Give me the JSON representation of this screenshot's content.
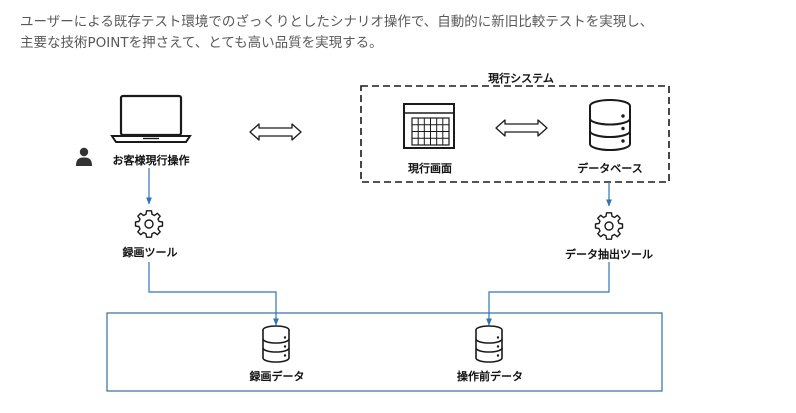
{
  "intro": {
    "line1": "ユーザーによる既存テスト環境でのざっくりとしたシナリオ操作で、自動的に新旧比較テストを実現し、",
    "line2": "主要な技術POINTを押さえて、とても高い品質を実現する。"
  },
  "system_group": {
    "title": "現行システム",
    "screen_label": "現行画面",
    "database_label": "データベース"
  },
  "nodes": {
    "customer_label": "お客様現行操作",
    "recording_tool_label": "録画ツール",
    "extraction_tool_label": "データ抽出ツール",
    "recording_data_label": "録画データ",
    "pre_operation_data_label": "操作前データ"
  },
  "colors": {
    "arrow": "#2e75b6",
    "output_box": "#2e6fa8",
    "icon": "#1a1a1a",
    "text": "#595959"
  }
}
